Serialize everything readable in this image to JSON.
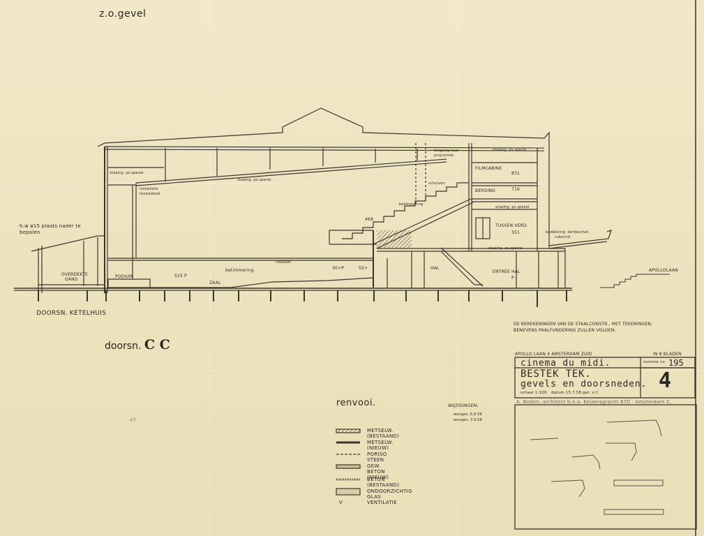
{
  "elevation_title": "z.o.gevel",
  "section_title": "doorsn.",
  "section_letters": "C C",
  "boiler_label": "DOORSN. KETELHUIS",
  "renvooi_title": "renvooi.",
  "wijzigingen": {
    "title": "WIJZIGINGEN:",
    "lines": [
      "wangev. 6.8.58",
      "wangev. 3.9.58"
    ]
  },
  "note": [
    "DE BEREKENINGEN VAN DE STAALCONSTR., MET TEKENINGEN,",
    "BENEVENS PAALFUNDERING ZULLEN VOLGEN."
  ],
  "section_labels": {
    "hw": "h.w ø15 plaats nader te",
    "hw2": "bepalen",
    "overdekte": "OVERDEKTE",
    "gang": "GANG",
    "podium": "PODIUM",
    "zaal": "ZAAL",
    "betimmering": "betimmering",
    "rooster": "rooster",
    "lvl_515": "515 P",
    "lvl_30": "30+P",
    "lvl_55": "55+",
    "lvl_468": "468",
    "hal": "HAL",
    "entree": "ENTREE HAL",
    "p": "P",
    "tussen": "TUSSEN VERD.",
    "bedekking1": "bedekking: dorbeschot",
    "bedekking2": "rubercid",
    "filmcabine": "FILMCABINE",
    "berging": "BERGING",
    "lvl_831": "831",
    "lvl_716": "716",
    "lvl_351": "351",
    "toegang": "toegang naar",
    "projectieruimte": "projruimte",
    "stalen1": "staalng. ps.spesie",
    "stalen2": "staalng. ps.spesie",
    "stalen3": "staalng. ps.spesie",
    "stalen4": "staalng. ps.spesie",
    "stalen5": "staalng. ps.spesie",
    "installatie": "installatie",
    "toneeldoek": "toneeldoek",
    "schuiven": "schuiven",
    "betimmering2": "betimmering",
    "apollolaan": "APOLLOLAAN"
  },
  "legend": [
    {
      "label": "METSELW. (BESTAAND)",
      "style": "hatch"
    },
    {
      "label": "METSELW. (NIEUW)",
      "style": "solid"
    },
    {
      "label": "PORISO STEEN",
      "style": "dash"
    },
    {
      "label": "GEW. BETON (NIEUW)",
      "style": "band"
    },
    {
      "label": "BETON (BESTAAND)",
      "style": "dotted"
    },
    {
      "label": "ONDOORZICHTIG GLAS",
      "style": "glass"
    },
    {
      "label": "VENTILATIE",
      "style": "vent",
      "symbol": "V"
    }
  ],
  "title_block": {
    "address": "APOLLO LAAN 4    AMSTERDAM ZUID",
    "sheets": "IN 8 BLADEN",
    "project": "cinema du midi.",
    "number_label": "nummer no.",
    "number": "195",
    "title": "BESTEK TEK.",
    "subtitle": "gevels en doorsneden.",
    "scale": "schaal 1:100.",
    "date": "datum 15.7.58",
    "drawn": "get. n.f.",
    "sheet_no": "4",
    "architect": "A. Bodon, architect b.n.a. Keizersgracht 670 · Amsterdam C."
  },
  "pencil_note": "47"
}
